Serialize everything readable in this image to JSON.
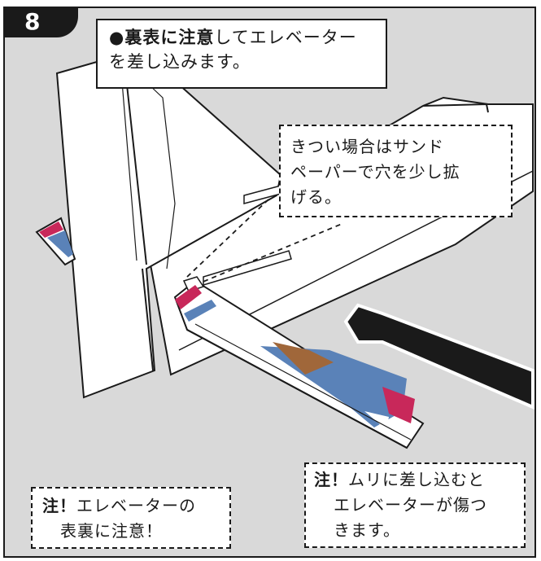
{
  "step": {
    "number": "8"
  },
  "instruction": {
    "bullet": "●",
    "emphasis": "裏表に注意",
    "rest_line1": "してエレベーター",
    "line2": "を差し込みます。"
  },
  "tip": {
    "line1": "きつい場合はサンド",
    "line2": "ペーパーで穴を少し拡",
    "line3": "げる。"
  },
  "note_left": {
    "mark": "注！",
    "line1_rest": "エレベーターの",
    "line2": "表裏に注意！"
  },
  "note_right": {
    "mark": "注！",
    "line1_rest": "ムリに差し込むと",
    "line2": "エレベーターが傷つ",
    "line3": "きます。"
  },
  "colors": {
    "panel_background": "#d9d9d9",
    "ink": "#1a1a1a",
    "elevator_blue": "#5a82b8",
    "elevator_red": "#c8285a",
    "elevator_brown": "#a0673a"
  }
}
